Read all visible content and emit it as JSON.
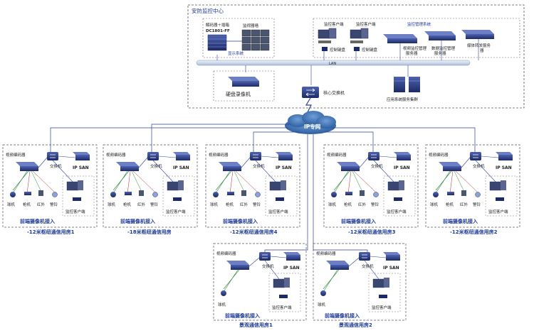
{
  "center": {
    "title": "安防监控中心",
    "decoder_label_1": "解码器＋插箱",
    "decoder_label_2": "DC1801-FF",
    "video_wall_label": "监视器墙",
    "display_system_label": "显示系统",
    "client_label_1": "监控客户端",
    "client_label_2": "监控客户端",
    "keyboard_label_1": "控制键盘",
    "keyboard_label_2": "控制键盘",
    "mgmt_system_label": "监控管理系统",
    "video_mgmt_server": [
      "视频监控管理",
      "服务器"
    ],
    "data_mgmt_server": [
      "数据监控管理",
      "服务器"
    ],
    "media_server": [
      "媒体转发服务",
      "器"
    ],
    "lan_label": "LAN",
    "nvr_label": "硬盘录像机",
    "core_switch_label": "核心交换机",
    "app_cluster_label": "应用系统服务集群"
  },
  "network_label": "IP专网",
  "site_common": {
    "encoder": "视频编码器",
    "switch": "交换机",
    "ipsan": "IP SAN",
    "camera": "球机",
    "gun_camera": "枪机",
    "infrared": "红外",
    "alarm": "警铃",
    "client": "监控客户端",
    "access": "前端摄像机接入"
  },
  "sites": [
    {
      "name": "-12米枢纽通信用房1"
    },
    {
      "name": "-18米枢纽通信用房"
    },
    {
      "name": "-12米枢纽通信用房4"
    },
    {
      "name": "-12米枢纽通信用房3"
    },
    {
      "name": "-12米枢纽通信用房2"
    },
    {
      "name": "景观通信用房1"
    },
    {
      "name": "景观通信用房2"
    }
  ],
  "colors": {
    "device": "#2b3f8c",
    "device_dark": "#1c2a66",
    "link": "#2d3f9a",
    "caption": "#1f3a99",
    "cloud": "#3d72b8",
    "lan_bar": "#c9d6e8"
  }
}
